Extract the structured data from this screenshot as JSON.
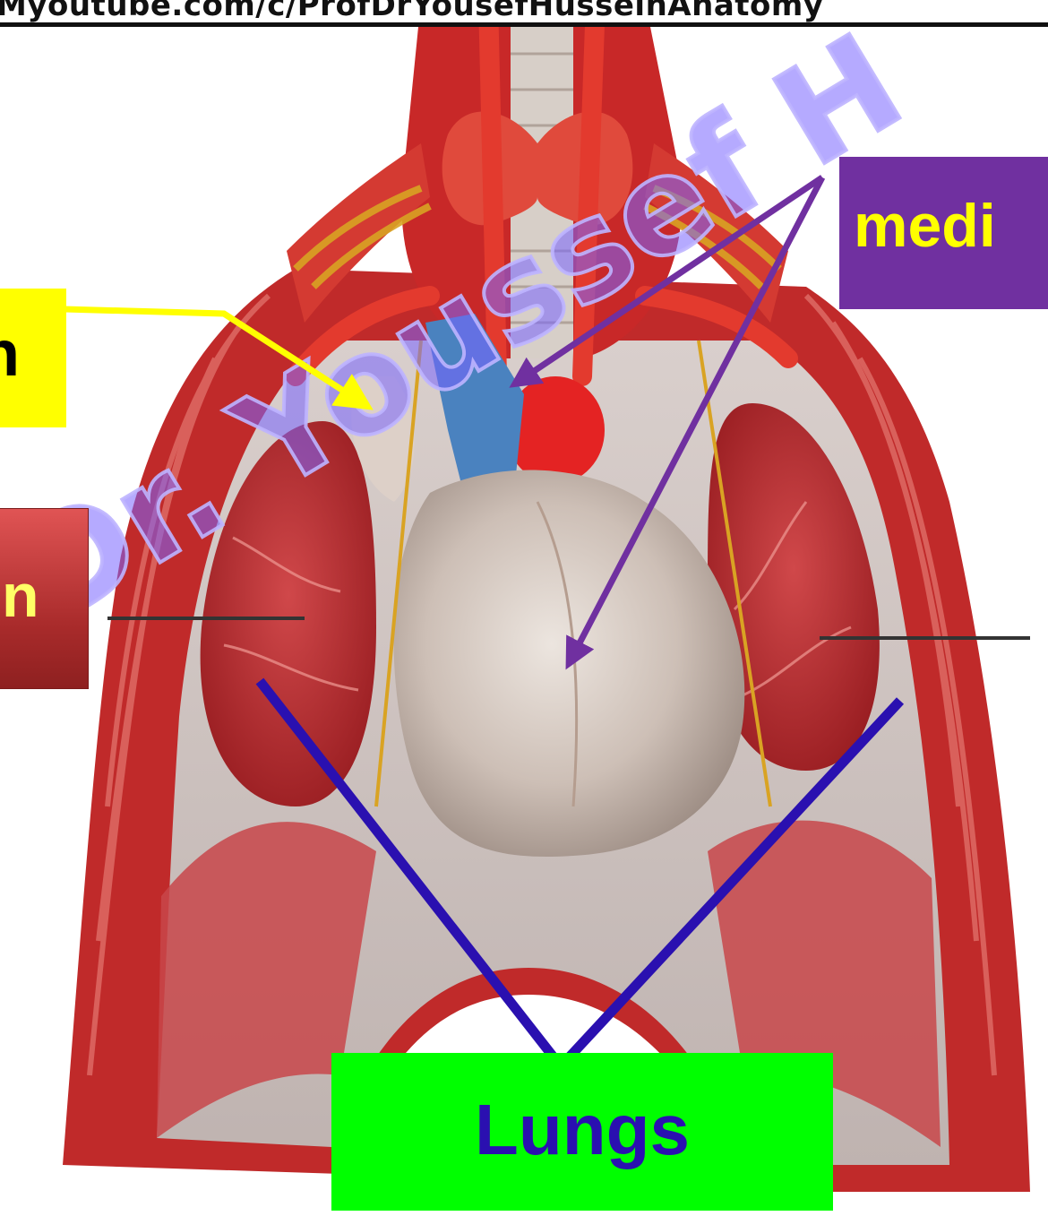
{
  "header": {
    "url_text": "Myoutube.com/c/ProfDrYousefHusseinAnatomy"
  },
  "image": {
    "alt": "thorax anatomy illustration: opened chest with lungs, heart and great vessels"
  },
  "labels": {
    "yellow_box_text": "n",
    "red_box_text": "n",
    "purple_box_text": "medi",
    "green_box_text": "Lungs"
  },
  "watermark": {
    "text": "Dr. Youssef H"
  },
  "colors": {
    "yellow_box": "#ffff00",
    "red_box": "#b73333",
    "purple_box": "#7030a0",
    "purple_text": "#ffff00",
    "green_box": "#00ff00",
    "lungs_text": "#2a10b0",
    "arrow_yellow": "#ffff00",
    "arrow_purple": "#7030a0",
    "lung_lines": "#2a10b0"
  }
}
